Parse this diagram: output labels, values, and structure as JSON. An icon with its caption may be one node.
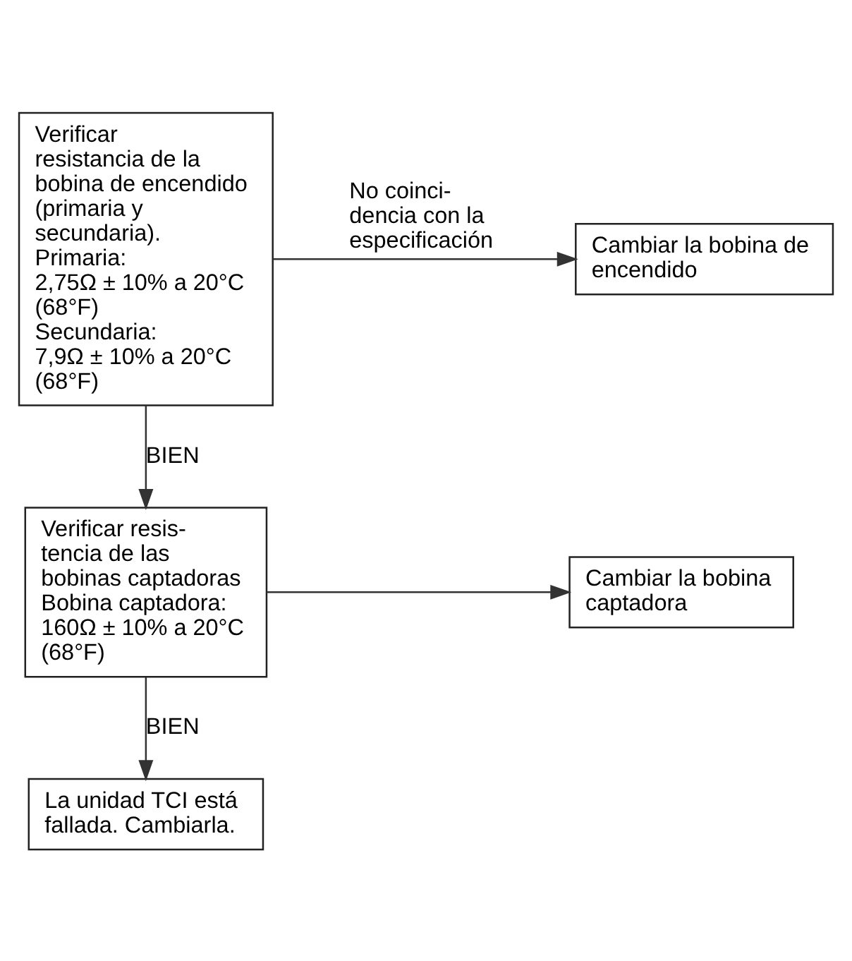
{
  "diagram": {
    "nodes": [
      {
        "text": [
          "Verificar resistancia de la bobina de encendido (primaria y secundaria).",
          "Primaria:",
          "2,75Ω ± 10% a 20°C (68°F)",
          "Secundaria:",
          "7,9Ω ± 10% a 20°C (68°F)"
        ]
      },
      {
        "text": [
          "Cambiar la bobina de encendido"
        ]
      },
      {
        "text": [
          "Verificar resis- tencia de las bobinas captadoras",
          "Bobina captadora:",
          "160Ω ± 10% a 20°C (68°F)"
        ]
      },
      {
        "text": [
          "Cambiar la bobina captadora"
        ]
      },
      {
        "text": [
          "La unidad TCI está fallada. Cambiarla."
        ]
      }
    ],
    "edges": [
      {
        "from": 0,
        "to": 1,
        "arrow": "to",
        "label": "No coinci- dencia con la especificación"
      },
      {
        "from": 0,
        "to": 2,
        "arrow": "to",
        "label": "BIEN"
      },
      {
        "from": 2,
        "to": 3,
        "arrow": "to"
      },
      {
        "from": 2,
        "to": 4,
        "arrow": "to",
        "label": "BIEN"
      }
    ]
  }
}
